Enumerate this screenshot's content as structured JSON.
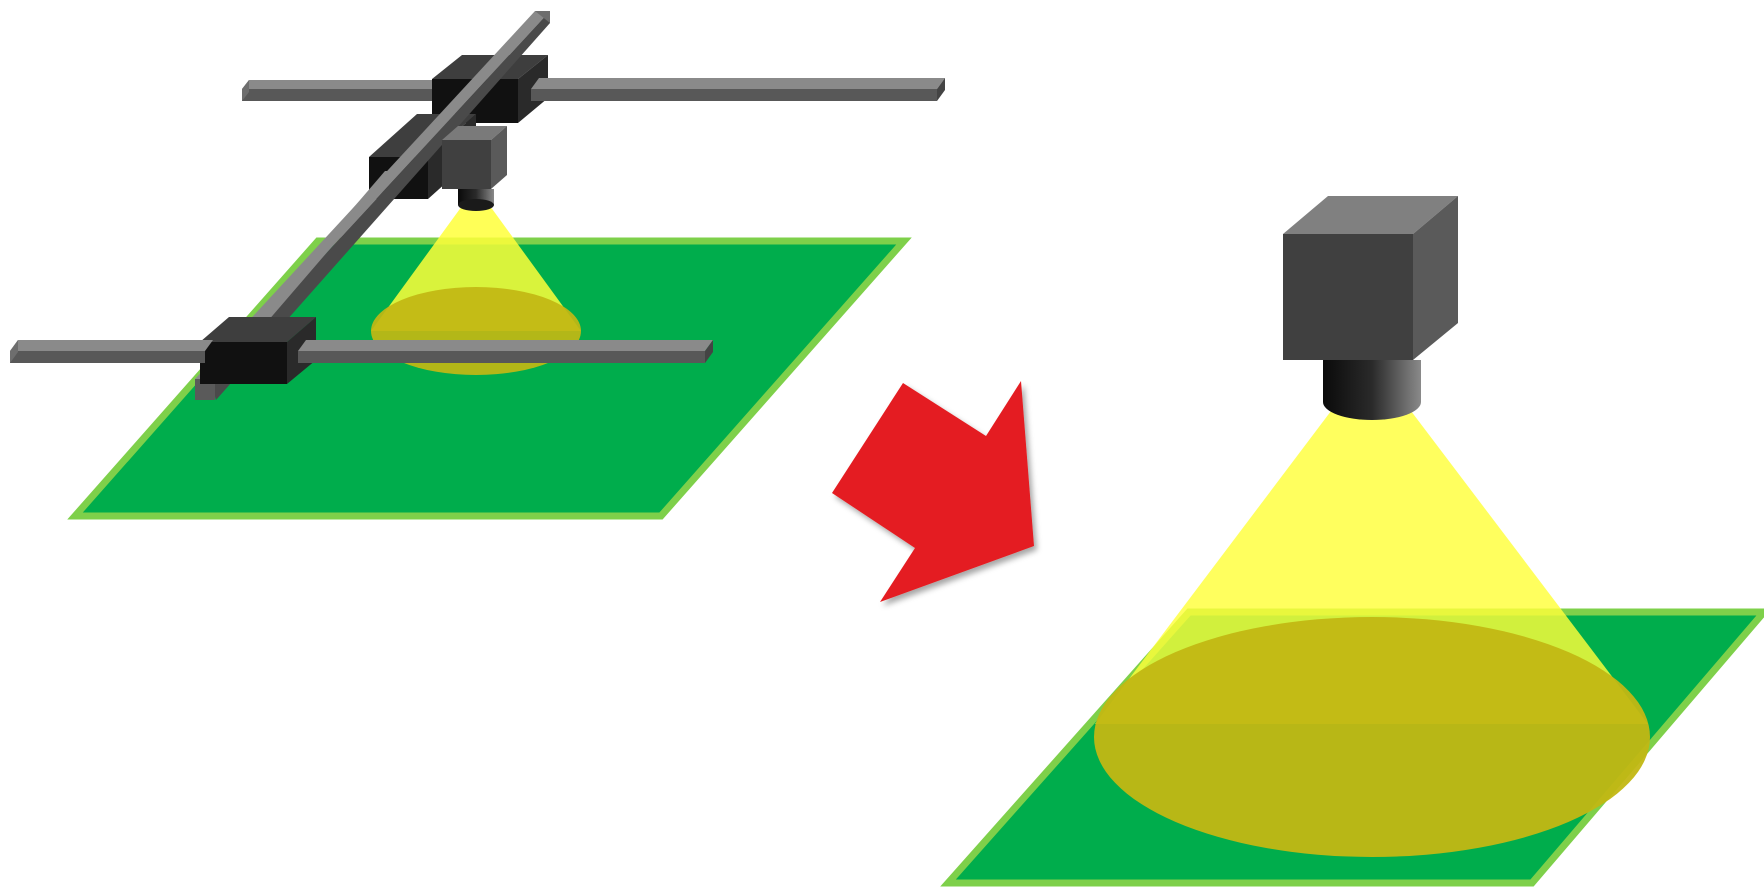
{
  "scenes": [
    {
      "id": "gantry-system",
      "components": [
        "work-surface",
        "x-rail-top",
        "x-rail-bottom",
        "y-rail",
        "carriage",
        "camera",
        "light-cone",
        "field-of-view"
      ]
    },
    {
      "id": "camera-closeup",
      "components": [
        "work-surface",
        "camera",
        "light-cone",
        "field-of-view"
      ]
    }
  ],
  "arrow": {
    "direction": "down-right"
  },
  "colors": {
    "surface_fill": "#00AD4C",
    "surface_border": "#7ED04A",
    "light_cone": "#FFFF3A",
    "field_of_view": "#C2B713",
    "arrow": "#E41E20",
    "rail_top": "#888888",
    "rail_front": "#5A5A5A",
    "block_front": "#111111",
    "camera_front": "#404040",
    "camera_top": "#808080",
    "camera_side": "#5A5A5A"
  }
}
